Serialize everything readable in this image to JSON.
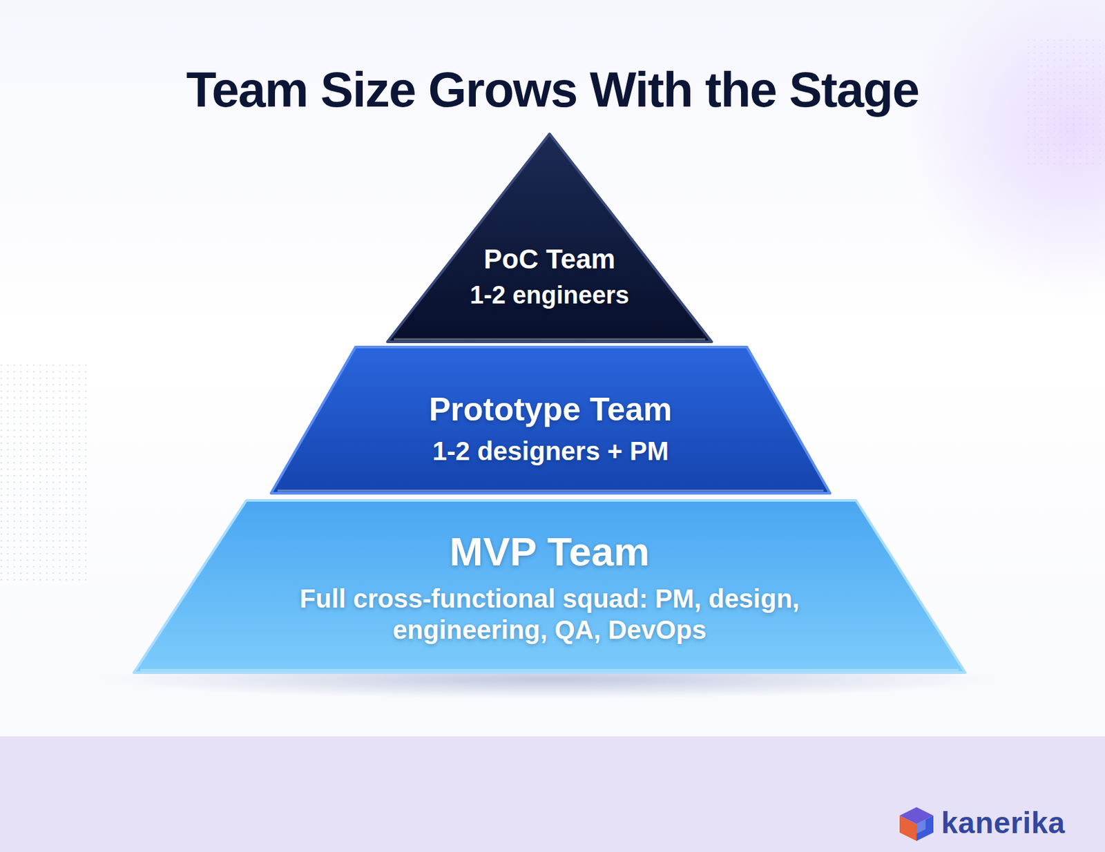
{
  "diagram": {
    "title": "Team Size Grows With the Stage",
    "nodes": [
      {
        "text": [
          "PoC Team",
          "1-2 engineers"
        ]
      },
      {
        "text": [
          "Prototype Team",
          "1-2 designers + PM"
        ]
      },
      {
        "text": [
          "MVP Team",
          "Full cross-functional squad: PM, design, engineering, QA, DevOps"
        ]
      }
    ],
    "labels": [
      "kanerika"
    ]
  }
}
